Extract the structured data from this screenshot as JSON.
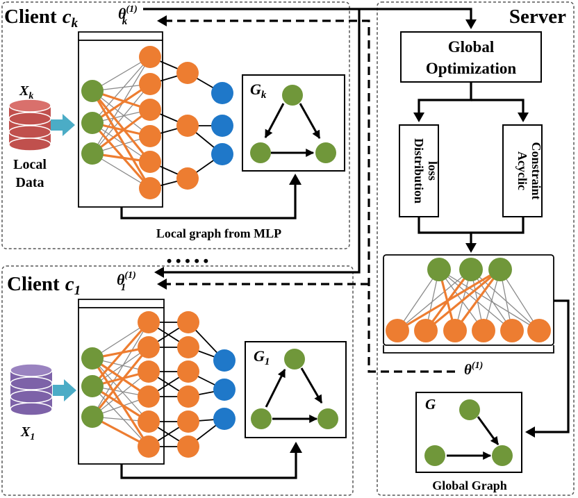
{
  "client_k": {
    "title": "Client",
    "title_symbol": "c",
    "title_sub": "k",
    "theta_symbol": "θ",
    "theta_sub": "k",
    "theta_sup": "(1)",
    "data_symbol": "X",
    "data_sub": "k",
    "data_label_line1": "Local",
    "data_label_line2": "Data",
    "graph_symbol": "G",
    "graph_sub": "k",
    "caption": "Local graph from MLP"
  },
  "ellipsis": "• • • • •",
  "client_1": {
    "title": "Client",
    "title_symbol": "c",
    "title_sub": "1",
    "theta_symbol": "θ",
    "theta_sub": "1",
    "theta_sup": "(1)",
    "data_symbol": "X",
    "data_sub": "1",
    "graph_symbol": "G",
    "graph_sub": "1"
  },
  "server": {
    "title": "Server",
    "global_opt_line1": "Global",
    "global_opt_line2": "Optimization",
    "loss_line1": "Distribution",
    "loss_line2": "loss",
    "acyclic_line1": "Acyclic",
    "acyclic_line2": "Constraint",
    "theta_symbol": "θ",
    "theta_sup": "(1)",
    "graph_symbol": "G",
    "graph_caption": "Global Graph"
  },
  "colors": {
    "green": "#70973a",
    "orange": "#ed7d31",
    "blue": "#1f78c9",
    "db_red": "#c0504d",
    "db_purple": "#7d62a8",
    "arrow_cyan": "#4bacc6"
  },
  "icons": [
    "database-icon",
    "arrow-right-icon"
  ]
}
